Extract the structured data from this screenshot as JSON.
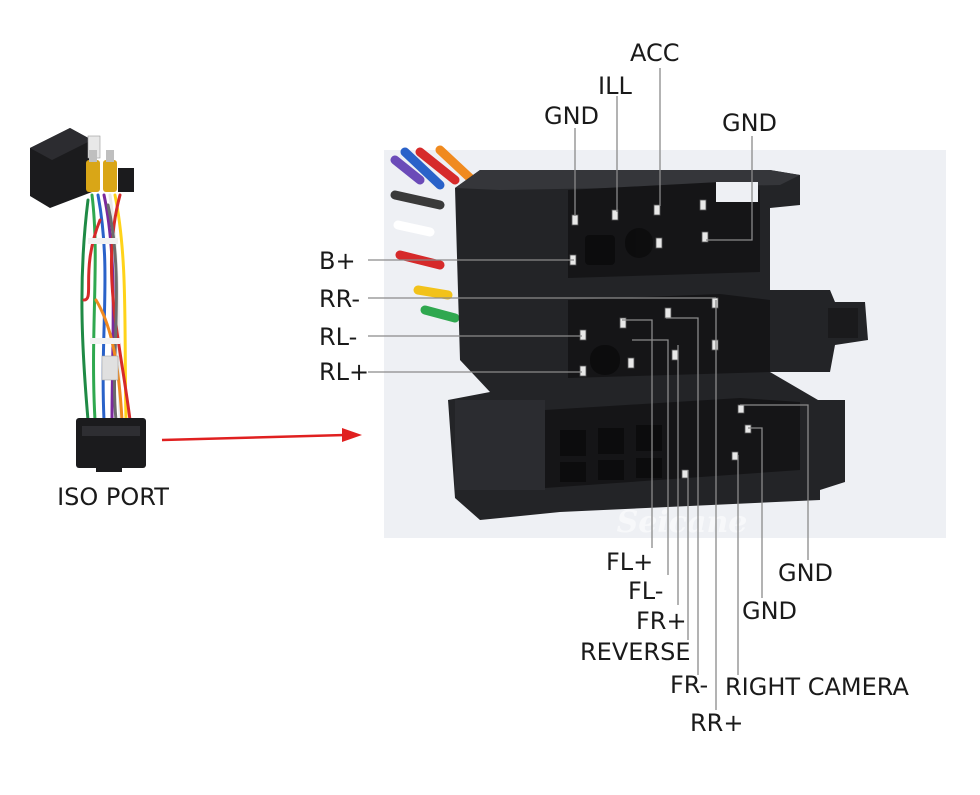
{
  "harness": {
    "label": "ISO PORT"
  },
  "watermark": "Seicane",
  "colors": {
    "arrow": "#e02020",
    "connector": "#232427",
    "photo_bg": "#eef0f4"
  },
  "pins": {
    "top_left": [
      {
        "id": "b-plus",
        "label": "B+"
      },
      {
        "id": "rr-minus",
        "label": "RR-"
      },
      {
        "id": "rl-minus",
        "label": "RL-"
      },
      {
        "id": "rl-plus",
        "label": "RL+"
      }
    ],
    "top": [
      {
        "id": "acc",
        "label": "ACC"
      },
      {
        "id": "ill",
        "label": "ILL"
      },
      {
        "id": "gnd-top-left",
        "label": "GND"
      },
      {
        "id": "gnd-top-right",
        "label": "GND"
      }
    ],
    "bottom": [
      {
        "id": "fl-plus",
        "label": "FL+"
      },
      {
        "id": "fl-minus",
        "label": "FL-"
      },
      {
        "id": "fr-plus",
        "label": "FR+"
      },
      {
        "id": "reverse",
        "label": "REVERSE"
      },
      {
        "id": "fr-minus",
        "label": "FR-"
      },
      {
        "id": "rr-plus",
        "label": "RR+"
      },
      {
        "id": "right-camera",
        "label": "RIGHT CAMERA"
      },
      {
        "id": "gnd-bottom-1",
        "label": "GND"
      },
      {
        "id": "gnd-bottom-2",
        "label": "GND"
      }
    ]
  }
}
